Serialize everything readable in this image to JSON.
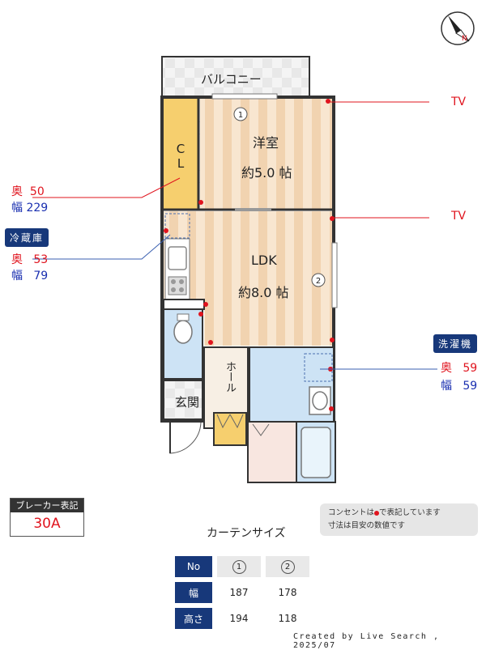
{
  "rooms": {
    "balcony": "バルコニー",
    "closet": "CL",
    "western_room_name": "洋室",
    "western_room_size": "約5.0 帖",
    "ldk_name": "LDK",
    "ldk_size": "約8.0 帖",
    "hall": "ホール",
    "entrance": "玄関"
  },
  "window_markers": [
    "1",
    "2"
  ],
  "tv_labels": [
    "TV",
    "TV"
  ],
  "appliances": {
    "closet_dims": {
      "depth_label": "奥",
      "depth": "50",
      "width_label": "幅",
      "width": "229"
    },
    "fridge": {
      "title": "冷蔵庫",
      "depth_label": "奥",
      "depth": "53",
      "width_label": "幅",
      "width": "79"
    },
    "washer": {
      "title": "洗濯機",
      "depth_label": "奥",
      "depth": "59",
      "width_label": "幅",
      "width": "59"
    }
  },
  "breaker": {
    "title": "ブレーカー表記",
    "value": "30A"
  },
  "note": {
    "line1_a": "コンセントは",
    "line1_b": "で表記しています",
    "line2": "寸法は目安の数値です"
  },
  "curtain": {
    "title": "カーテンサイズ",
    "header_label": "No",
    "columns": [
      "1",
      "2"
    ],
    "rows": [
      {
        "label": "幅",
        "values": [
          "187",
          "178"
        ]
      },
      {
        "label": "高さ",
        "values": [
          "194",
          "118"
        ]
      }
    ]
  },
  "credit": "Created by Live Search , 2025/07",
  "colors": {
    "outlet": "#e0141e",
    "navy": "#17387a",
    "wood_light": "#f8e6d0",
    "wood_dark": "#f1d3b0",
    "closet": "#f6cf6e",
    "wet": "#cde3f5"
  }
}
